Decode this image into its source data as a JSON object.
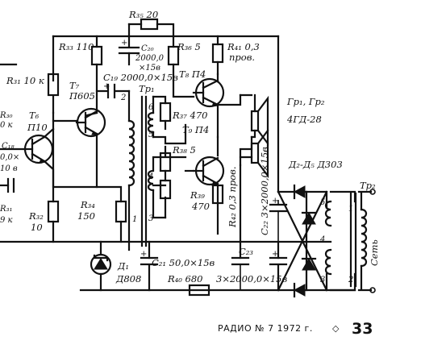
{
  "labels": {
    "R35": "R₃₅ 20",
    "R33": "R₃₃ 110",
    "C20a": "C₂₀",
    "C20b": "2000,0",
    "C20c": "×15в",
    "R36": "R₃₆ 5",
    "R41a": "R₄₁ 0,3",
    "R41b": "пров.",
    "T8": "T₈ П4",
    "C19": "C₁₉ 2000,0×15в",
    "Tr1": "Тр₁",
    "R31": "R₃₁ 10 к",
    "T7a": "T₇",
    "T7b": "П605",
    "R30": "R₃₀",
    "R30v": "0 к",
    "T6a": "T₆",
    "T6b": "П10",
    "C18": "C₁₈",
    "C18v": "0,0×",
    "C18u": "10 в",
    "R37": "R₃₇ 470",
    "T9": "T₉ П4",
    "R38": "R₃₈ 5",
    "GrA": "Гр₁, Гр₂",
    "GrB": "4ГД-28",
    "D2D5": "Д₂-Д₅ Д303",
    "R39a": "R₃₉",
    "R39b": "470",
    "R42": "R₄₂ 0,3 пров.",
    "C22": "C₂₂ 3×2000,0×15в",
    "Tr2": "Тр₂",
    "set": "Сеть",
    "R34a": "R₃₄",
    "R34b": "150",
    "R32a": "R₃₂",
    "R32b": "10",
    "R31b": "R₃₁",
    "R31bv": "9 к",
    "D1a": "Д₁",
    "D1b": "Д808",
    "C21": "C₂₁ 50,0×15в",
    "R40": "R₄₀ 680",
    "C23a": "C₂₃",
    "C23b": "3×2000,0×15в",
    "pin1": "1",
    "pin2": "2",
    "pin3": "3",
    "pin4": "4",
    "pin5": "5",
    "pin6": "6",
    "tr2p1": "1",
    "tr2p2": "2",
    "tr2p3": "3",
    "tr2p4": "4",
    "tr2p5": "5"
  },
  "footer": {
    "journal": "РАДИО  №  7  1972  г.",
    "diamond": "◇",
    "page": "33"
  }
}
